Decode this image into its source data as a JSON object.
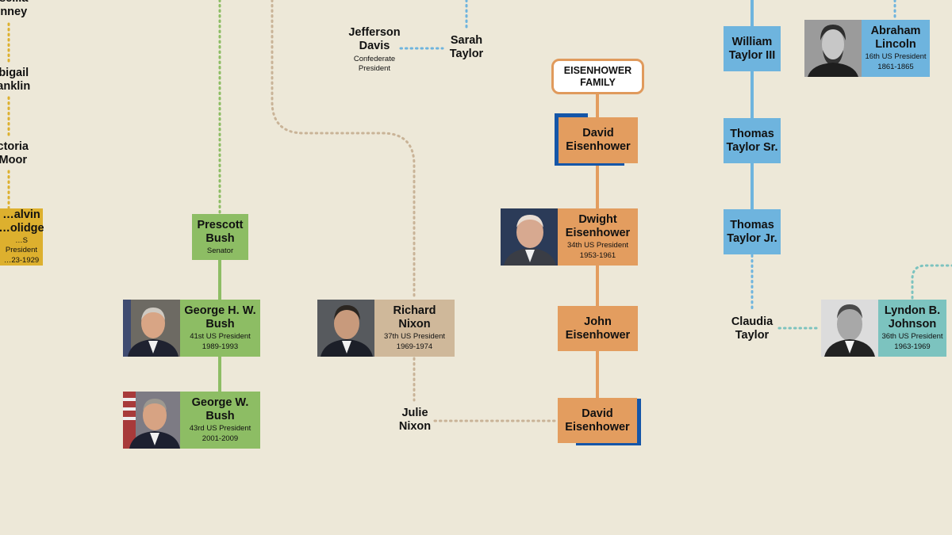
{
  "colors": {
    "background": "#ede8d8",
    "bush_green": "#8dbd64",
    "nixon_tan": "#cfb89a",
    "eisenhower_orange": "#e39d5f",
    "taylor_blue": "#6eb4de",
    "johnson_teal": "#7cc3bf",
    "coolidge_gold": "#ddb02e",
    "accent_blue": "#1556a8"
  },
  "family_label": "EISENHOWER FAMILY",
  "left_column": {
    "priscilla": "…scilla\n…nney",
    "abigail": "…bigail\n…anklin",
    "victoria": "…ctoria\n…Moor",
    "calvin_name": "…alvin\n…olidge",
    "calvin_sub1": "…S President",
    "calvin_sub2": "…23-1929"
  },
  "bush": {
    "prescott": {
      "name": "Prescott\nBush",
      "sub": "Senator"
    },
    "ghw": {
      "name": "George H. W.\nBush",
      "sub1": "41st US President",
      "sub2": "1989-1993",
      "photo": "george-hw-bush-portrait"
    },
    "gw": {
      "name": "George W.\nBush",
      "sub1": "43rd US President",
      "sub2": "2001-2009",
      "photo": "george-w-bush-portrait"
    }
  },
  "nixon": {
    "jefferson": {
      "name": "Jefferson\nDavis",
      "sub": "Confederate\nPresident"
    },
    "sarah": {
      "name": "Sarah\nTaylor"
    },
    "richard": {
      "name": "Richard\nNixon",
      "sub1": "37th US President",
      "sub2": "1969-1974",
      "photo": "richard-nixon-portrait"
    },
    "julie": {
      "name": "Julie\nNixon"
    }
  },
  "eisenhower": {
    "david1": {
      "name": "David\nEisenhower"
    },
    "dwight": {
      "name": "Dwight\nEisenhower",
      "sub1": "34th US President",
      "sub2": "1953-1961",
      "photo": "dwight-eisenhower-portrait"
    },
    "john": {
      "name": "John\nEisenhower"
    },
    "david2": {
      "name": "David\nEisenhower"
    }
  },
  "taylor": {
    "william": {
      "name": "William\nTaylor III"
    },
    "thomas_sr": {
      "name": "Thomas\nTaylor Sr."
    },
    "thomas_jr": {
      "name": "Thomas\nTaylor Jr."
    },
    "claudia": {
      "name": "Claudia\nTaylor"
    }
  },
  "lincoln": {
    "name": "Abraham\nLincoln",
    "sub1": "16th US President",
    "sub2": "1861-1865",
    "photo": "abraham-lincoln-portrait"
  },
  "johnson": {
    "name": "Lyndon B.\nJohnson",
    "sub1": "36th US President",
    "sub2": "1963-1969",
    "photo": "lyndon-johnson-portrait"
  }
}
